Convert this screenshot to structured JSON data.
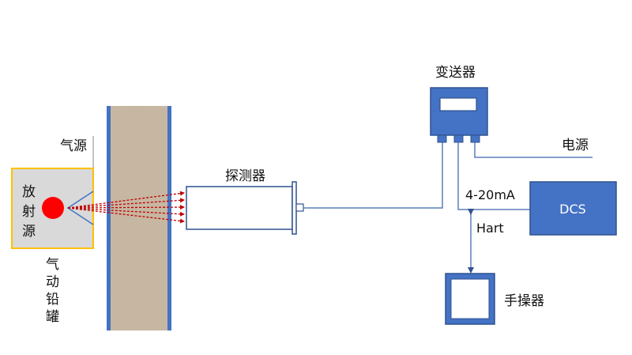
{
  "labels": {
    "air_source": "气源",
    "source_line1": "放",
    "source_line2": "射",
    "source_line3": "源",
    "lead_tank": [
      "气",
      "动",
      "铅",
      "罐"
    ],
    "detector": "探测器",
    "transmitter": "变送器",
    "power": "电源",
    "signal": "4-20mA",
    "dcs": "DCS",
    "hart": "Hart",
    "handheld": "手操器"
  },
  "colors": {
    "blue_fill": "#4472c4",
    "blue_stroke": "#2f528f",
    "source_red": "#ff0000",
    "beam_red": "#c00000",
    "source_box_fill": "#d9d9d9",
    "source_box_border": "#ffc000",
    "wall_texture": "#b9a58b",
    "line_gray": "#5b7fb8"
  }
}
